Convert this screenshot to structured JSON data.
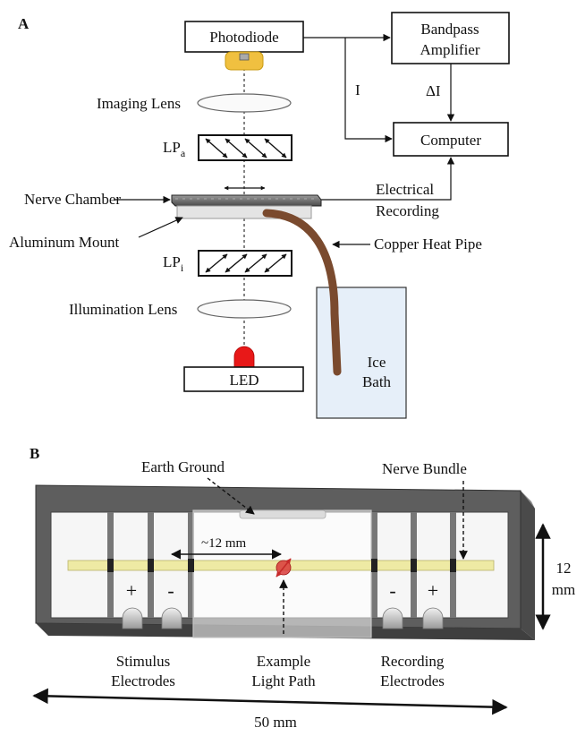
{
  "panel_a": {
    "label": "A",
    "photodiode": "Photodiode",
    "amplifier_line1": "Bandpass",
    "amplifier_line2": "Amplifier",
    "computer": "Computer",
    "signal_i": "I",
    "signal_delta_i": "ΔI",
    "imaging_lens": "Imaging Lens",
    "lp_a": "LP",
    "lp_a_sub": "a",
    "nerve_chamber": "Nerve Chamber",
    "electrical_line1": "Electrical",
    "electrical_line2": "Recording",
    "aluminum_mount": "Aluminum Mount",
    "copper_heat_pipe": "Copper Heat Pipe",
    "lp_i": "LP",
    "lp_i_sub": "i",
    "illumination_lens": "Illumination Lens",
    "ice_line1": "Ice",
    "ice_line2": "Bath",
    "led": "LED"
  },
  "panel_b": {
    "label": "B",
    "earth_ground": "Earth Ground",
    "nerve_bundle": "Nerve Bundle",
    "distance": "~12 mm",
    "plus": "+",
    "minus": "-",
    "height_value": "12",
    "height_unit": "mm",
    "stimulus_line1": "Stimulus",
    "stimulus_line2": "Electrodes",
    "example_line1": "Example",
    "example_line2": "Light Path",
    "recording_line1": "Recording",
    "recording_line2": "Electrodes",
    "width": "50 mm"
  },
  "colors": {
    "detector": "#f0c040",
    "led": "#e81818",
    "heat_pipe": "#7a4a2e",
    "ice_bath": "#e6eff9",
    "nerve": "#eeeaa4",
    "frame": "#606060",
    "light_spot": "#c62a2a"
  }
}
